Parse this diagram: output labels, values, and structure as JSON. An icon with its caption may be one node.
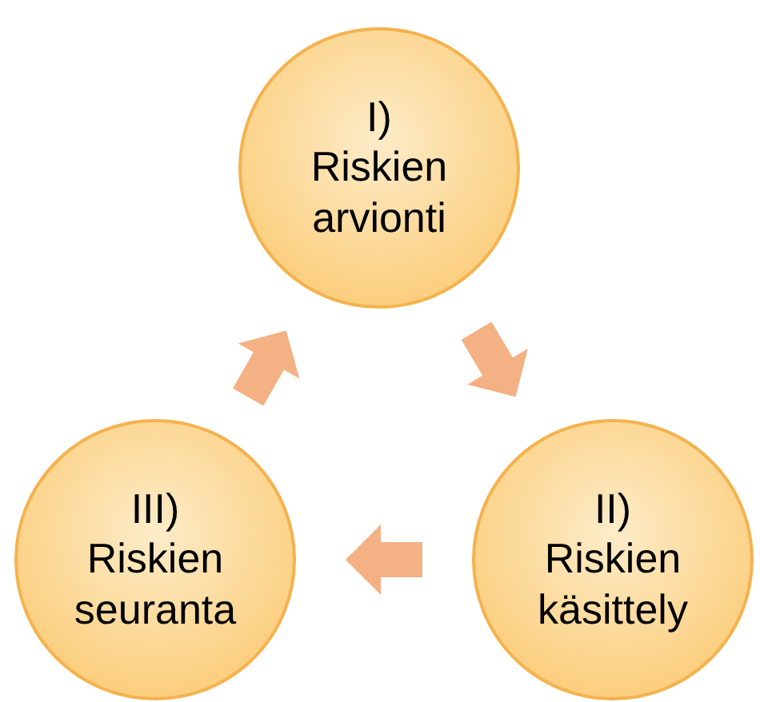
{
  "diagram": {
    "nodes": [
      {
        "text": [
          "I)",
          "Riskien arvionti"
        ]
      },
      {
        "text": [
          "II)",
          "Riskien käsittely"
        ]
      },
      {
        "text": [
          "III)",
          "Riskien seuranta"
        ]
      }
    ],
    "edges": [
      {
        "from": 0,
        "to": 1,
        "arrow": "to"
      },
      {
        "from": 1,
        "to": 2,
        "arrow": "to"
      },
      {
        "from": 2,
        "to": 0,
        "arrow": "to"
      }
    ]
  }
}
